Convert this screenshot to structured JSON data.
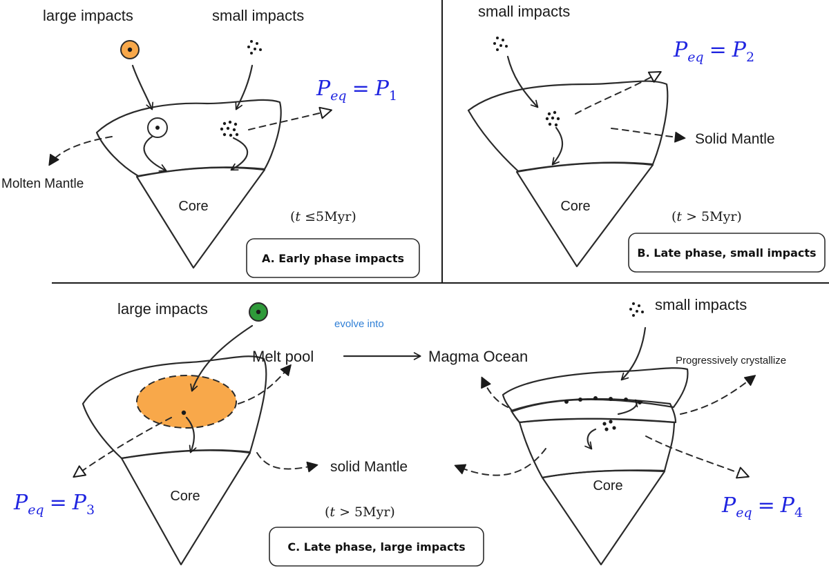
{
  "colors": {
    "molten": "#f8a84a",
    "solid": "#2f9a3a",
    "core": "#8a8f99",
    "melt_layer": "#ef5656",
    "equation": "#1f24e0",
    "evolve": "#2f7fd6"
  },
  "panel_a": {
    "large_impacts": "large impacts",
    "small_impacts": "small impacts",
    "molten_mantle": "Molten Mantle",
    "core": "Core",
    "eq_lhs": "P",
    "eq_lhs_sub": "eq",
    "eq_sign": "=",
    "eq_rhs": "P",
    "eq_rhs_sub": "1",
    "time_var": "t",
    "time_rest": " ≤5Myr",
    "title": "A. Early phase impacts"
  },
  "panel_b": {
    "small_impacts": "small impacts",
    "solid_mantle": "Solid Mantle",
    "core": "Core",
    "eq_lhs": "P",
    "eq_lhs_sub": "eq",
    "eq_sign": "=",
    "eq_rhs": "P",
    "eq_rhs_sub": "2",
    "time_var": "t",
    "time_rest": " > 5Myr",
    "title": "B. Late phase, small impacts"
  },
  "panel_c": {
    "large_impacts": "large impacts",
    "melt_pool": "Melt pool",
    "evolve_into": "evolve into",
    "magma_ocean": "Magma Ocean",
    "small_impacts": "small impacts",
    "progressively_crystallize": "Progressively crystallize",
    "solid_mantle": "solid Mantle",
    "core_left": "Core",
    "core_right": "Core",
    "eq3_lhs": "P",
    "eq3_lhs_sub": "eq",
    "eq3_sign": "=",
    "eq3_rhs": "P",
    "eq3_rhs_sub": "3",
    "eq4_lhs": "P",
    "eq4_lhs_sub": "eq",
    "eq4_sign": "=",
    "eq4_rhs": "P",
    "eq4_rhs_sub": "4",
    "time_var": "t",
    "time_rest": " > 5Myr",
    "title": "C. Late phase, large impacts"
  }
}
